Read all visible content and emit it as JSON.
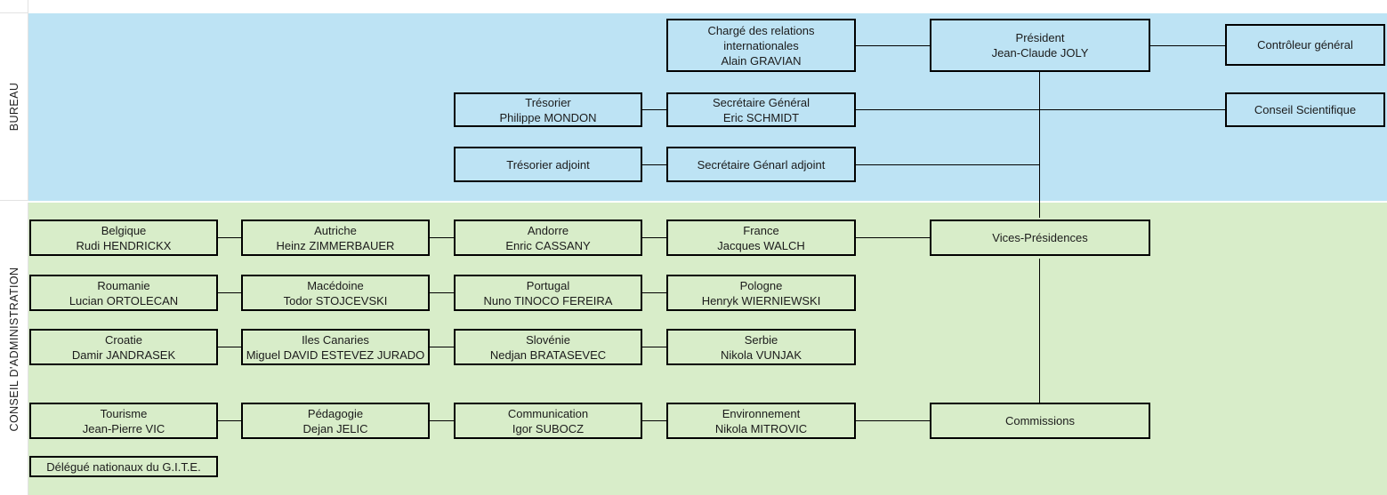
{
  "sections": {
    "bureau": {
      "label": "BUREAU",
      "color": "#bde3f4"
    },
    "conseil": {
      "label": "CONSEIL D'ADMINISTRATION",
      "color": "#d8edc9"
    }
  },
  "palette": {
    "bureau_fill": "#bde3f4",
    "conseil_fill": "#d8edc9",
    "box_border": "#000000",
    "text": "#1b1b1b",
    "page_background": "#ffffff"
  },
  "bureau_nodes": {
    "relations": {
      "line1": "Chargé des relations",
      "line2": "internationales",
      "line3": "Alain GRAVIAN"
    },
    "president": {
      "line1": "Président",
      "line2": "Jean-Claude JOLY",
      "line3": ""
    },
    "controleur": {
      "line1": "Contrôleur général",
      "line2": "",
      "line3": ""
    },
    "tresorier": {
      "line1": "Trésorier",
      "line2": "Philippe MONDON",
      "line3": ""
    },
    "secretaire_general": {
      "line1": "Secrétaire Général",
      "line2": "Eric SCHMIDT",
      "line3": ""
    },
    "conseil_scientifique": {
      "line1": "Conseil Scientifique",
      "line2": "",
      "line3": ""
    },
    "tresorier_adjoint": {
      "line1": "Trésorier adjoint",
      "line2": "",
      "line3": ""
    },
    "secretaire_adjoint": {
      "line1": "Secrétaire Génarl adjoint",
      "line2": "",
      "line3": ""
    }
  },
  "conseil_nodes": {
    "belgique": {
      "line1": "Belgique",
      "line2": "Rudi HENDRICKX",
      "line3": ""
    },
    "autriche": {
      "line1": "Autriche",
      "line2": "Heinz ZIMMERBAUER",
      "line3": ""
    },
    "andorre": {
      "line1": "Andorre",
      "line2": "Enric CASSANY",
      "line3": ""
    },
    "france": {
      "line1": "France",
      "line2": "Jacques WALCH",
      "line3": ""
    },
    "vices_presidences": {
      "line1": "Vices-Présidences",
      "line2": "",
      "line3": ""
    },
    "roumanie": {
      "line1": "Roumanie",
      "line2": "Lucian ORTOLECAN",
      "line3": ""
    },
    "macedoine": {
      "line1": "Macédoine",
      "line2": "Todor STOJCEVSKI",
      "line3": ""
    },
    "portugal": {
      "line1": "Portugal",
      "line2": "Nuno TINOCO FEREIRA",
      "line3": ""
    },
    "pologne": {
      "line1": "Pologne",
      "line2": "Henryk WIERNIEWSKI",
      "line3": ""
    },
    "croatie": {
      "line1": "Croatie",
      "line2": "Damir JANDRASEK",
      "line3": ""
    },
    "iles_canaries": {
      "line1": "Iles Canaries",
      "line2": "Miguel DAVID ESTEVEZ JURADO",
      "line3": ""
    },
    "slovenie": {
      "line1": "Slovénie",
      "line2": "Nedjan BRATASEVEC",
      "line3": ""
    },
    "serbie": {
      "line1": "Serbie",
      "line2": "Nikola VUNJAK",
      "line3": ""
    },
    "tourisme": {
      "line1": "Tourisme",
      "line2": "Jean-Pierre VIC",
      "line3": ""
    },
    "pedagogie": {
      "line1": "Pédagogie",
      "line2": "Dejan JELIC",
      "line3": ""
    },
    "communication": {
      "line1": "Communication",
      "line2": "Igor SUBOCZ",
      "line3": ""
    },
    "environnement": {
      "line1": "Environnement",
      "line2": "Nikola MITROVIC",
      "line3": ""
    },
    "commissions": {
      "line1": "Commissions",
      "line2": "",
      "line3": ""
    },
    "delegue": {
      "line1": "Délégué nationaux du G.I.T.E.",
      "line2": "",
      "line3": ""
    }
  }
}
